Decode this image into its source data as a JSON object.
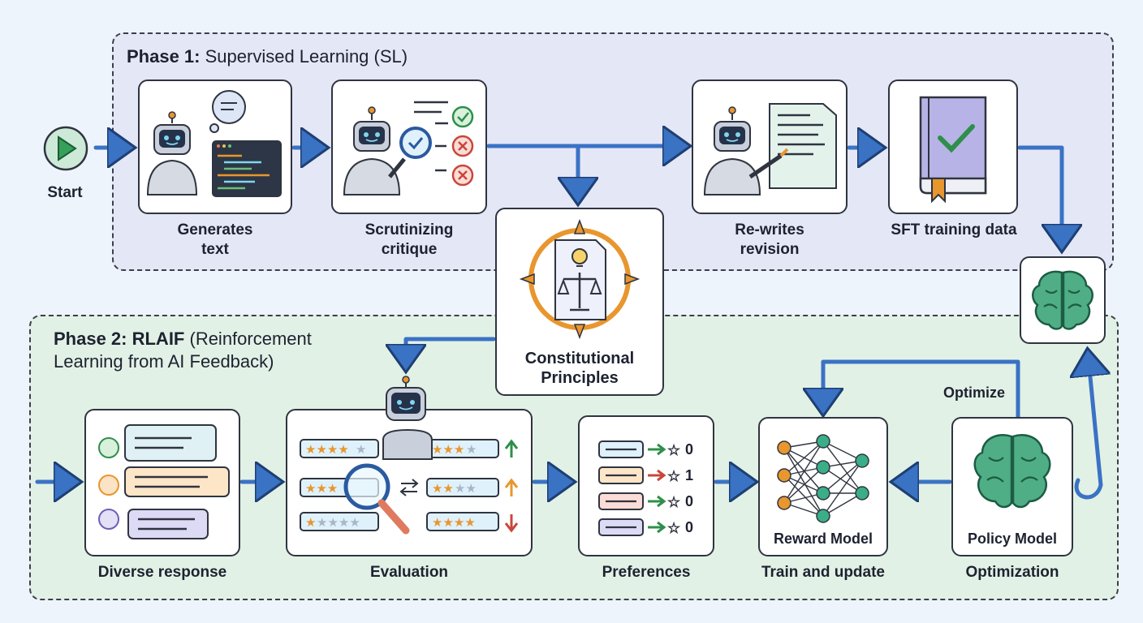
{
  "start_label": "Start",
  "phase1": {
    "title_bold": "Phase 1:",
    "title_rest": " Supervised Learning (SL)"
  },
  "phase2": {
    "title_bold": "Phase 2: RLAIF",
    "title_rest_line1": " (Reinforcement",
    "title_line2": "Learning from AI Feedback)"
  },
  "steps": {
    "generates": "Generates\ntext",
    "critique": "Scrutinizing\ncritique",
    "revision": "Re-writes\nrevision",
    "sft": "SFT training data",
    "constitution": "Constitutional\nPrinciples",
    "diverse": "Diverse response",
    "evaluation": "Evaluation",
    "preferences": "Preferences",
    "train": "Train and update",
    "optimization": "Optimization",
    "reward_model": "Reward Model",
    "policy_model": "Policy Model",
    "optimize": "Optimize"
  },
  "preference_scores": [
    "0",
    "1",
    "0",
    "0"
  ],
  "colors": {
    "arrow": "#3a72c4",
    "phase1_bg": "#e4e7f6",
    "phase2_bg": "#e2f1e6",
    "accent_orange": "#e8962e",
    "brain_green": "#2e8f6a"
  }
}
